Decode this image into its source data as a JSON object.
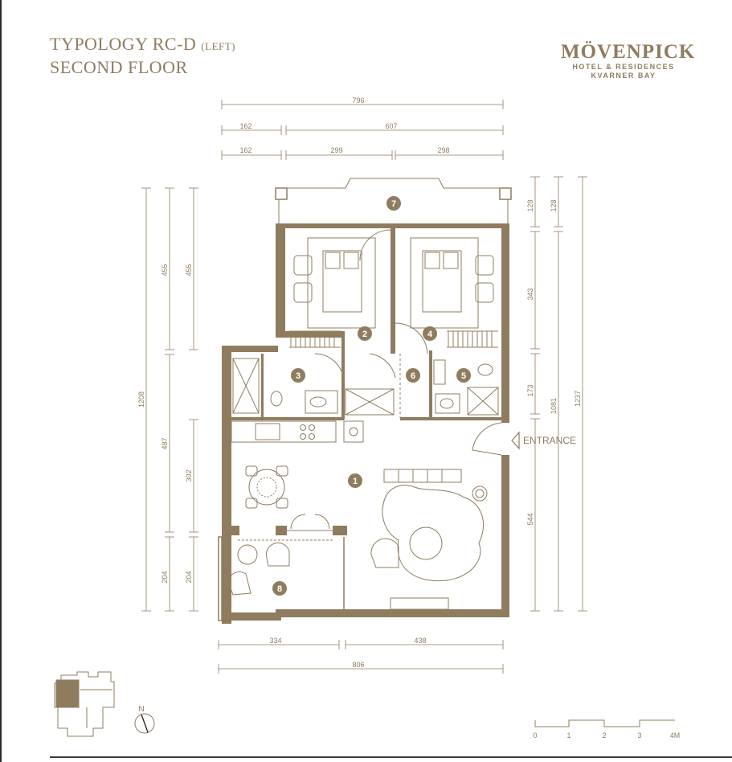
{
  "header": {
    "title_main": "TYPOLOGY RC-D",
    "title_suffix": "(LEFT)",
    "subtitle": "SECOND FLOOR"
  },
  "logo": {
    "name": "MÖVENPICK",
    "line1": "HOTEL & RESIDENCES",
    "line2": "KVARNER BAY"
  },
  "dimensions": {
    "top_total": "796",
    "top_mid_left": "162",
    "top_mid_right": "607",
    "top_low_left": "162",
    "top_low_mid": "299",
    "top_low_right": "298",
    "left_outer": "1208",
    "left_mid_top": "455",
    "left_mid_mid": "487",
    "left_mid_bottom": "204",
    "left_inner_top": "455",
    "left_inner_mid": "302",
    "left_inner_bottom": "204",
    "right_inner_top": "128",
    "right_inner_a": "343",
    "right_inner_b": "173",
    "right_inner_c": "544",
    "right_mid_top": "128",
    "right_mid_main": "1081",
    "right_outer": "1237",
    "bottom_left": "334",
    "bottom_right": "438",
    "bottom_total": "806"
  },
  "rooms": [
    "1",
    "2",
    "3",
    "4",
    "5",
    "6",
    "7",
    "8"
  ],
  "labels": {
    "entrance": "ENTRANCE",
    "north": "N"
  },
  "scale": {
    "ticks": [
      "0",
      "1",
      "2",
      "3",
      "4M"
    ]
  },
  "colors": {
    "wall": "#8f7c5e",
    "dim_line": "#8f7c5e",
    "text": "#8f7c5e",
    "room_badge": "#8f7c5e"
  }
}
